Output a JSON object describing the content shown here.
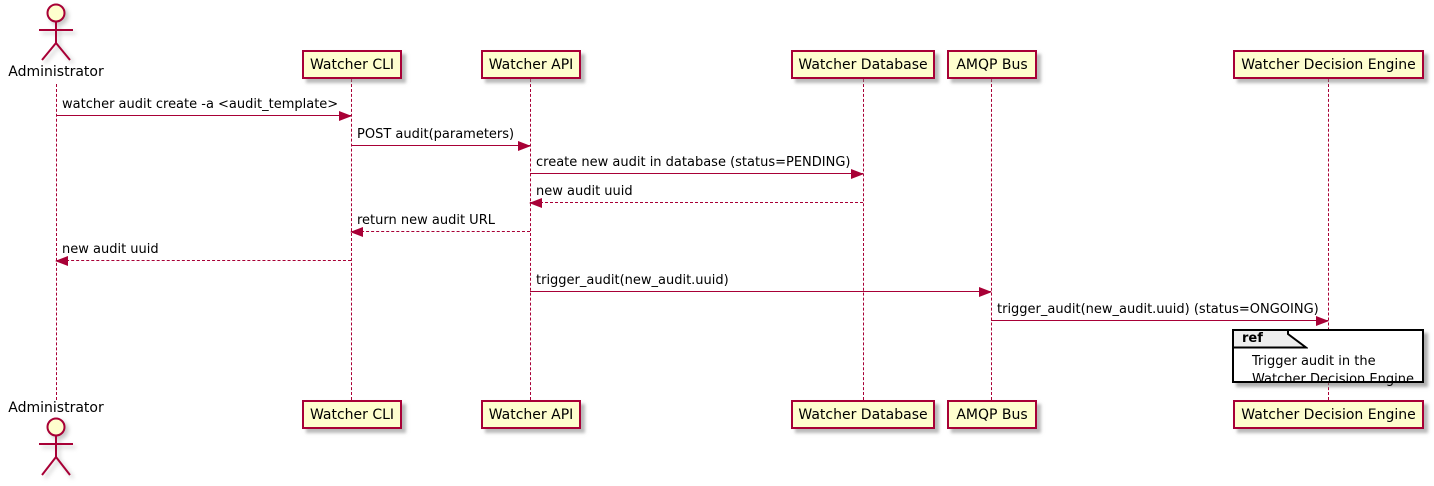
{
  "diagram": {
    "type": "sequence",
    "colors": {
      "line": "#A80036",
      "participant_fill": "#FEFECE",
      "participant_border": "#A80036",
      "ref_tag_fill": "#EEEEEE",
      "ref_body_fill": "#FFFFFF",
      "ref_border": "#000000",
      "text": "#000000"
    },
    "actor": {
      "name": "Administrator"
    },
    "participants": [
      {
        "label": "Watcher CLI"
      },
      {
        "label": "Watcher API"
      },
      {
        "label": "Watcher Database"
      },
      {
        "label": "AMQP Bus"
      },
      {
        "label": "Watcher Decision Engine"
      }
    ],
    "messages": [
      {
        "label": "watcher audit create -a <audit_template>",
        "from": "Administrator",
        "to": "Watcher CLI",
        "style": "solid"
      },
      {
        "label": "POST audit(parameters)",
        "from": "Watcher CLI",
        "to": "Watcher API",
        "style": "solid"
      },
      {
        "label": "create new audit in database (status=PENDING)",
        "from": "Watcher API",
        "to": "Watcher Database",
        "style": "solid"
      },
      {
        "label": "new audit uuid",
        "from": "Watcher Database",
        "to": "Watcher API",
        "style": "dashed"
      },
      {
        "label": "return new audit URL",
        "from": "Watcher API",
        "to": "Watcher CLI",
        "style": "dashed"
      },
      {
        "label": "new audit uuid",
        "from": "Watcher CLI",
        "to": "Administrator",
        "style": "dashed"
      },
      {
        "label": "trigger_audit(new_audit.uuid)",
        "from": "Watcher API",
        "to": "AMQP Bus",
        "style": "solid"
      },
      {
        "label": "trigger_audit(new_audit.uuid) (status=ONGOING)",
        "from": "AMQP Bus",
        "to": "Watcher Decision Engine",
        "style": "solid"
      }
    ],
    "ref": {
      "tag": "ref",
      "lines": {
        "0": "Trigger audit in the",
        "1": "Watcher Decision Engine"
      },
      "over": "Watcher Decision Engine"
    }
  }
}
